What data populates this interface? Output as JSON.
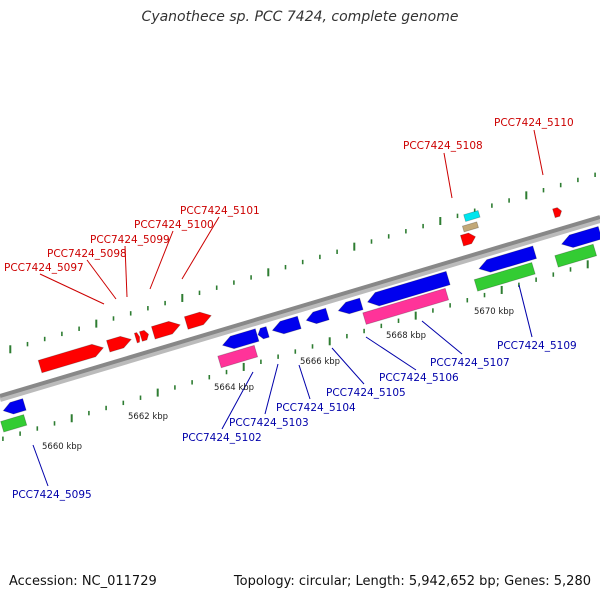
{
  "title": "Cyanothece sp. PCC 7424, complete genome",
  "footer": {
    "accession": "Accession: NC_011729",
    "topology": "Topology: circular; Length: 5,942,652 bp; Genes: 5,280"
  },
  "colors": {
    "forward_cds": "#ff0000",
    "reverse_cds": "#0000ee",
    "green_feature": "#33cc33",
    "pink_feature": "#ff3399",
    "cyan_feature": "#00e5ee",
    "tan_feature": "#c2a878",
    "backbone": "#888888",
    "tick": "#2e7d32",
    "forward_label": "#cc0000",
    "reverse_label": "#0000aa"
  },
  "scale_labels": [
    "5660 kbp",
    "5662 kbp",
    "5664 kbp",
    "5666 kbp",
    "5668 kbp",
    "5670 kbp"
  ],
  "forward_genes": [
    "PCC7424_5097",
    "PCC7424_5098",
    "PCC7424_5099",
    "PCC7424_5100",
    "PCC7424_5101",
    "PCC7424_5108",
    "PCC7424_5110"
  ],
  "reverse_genes": [
    "PCC7424_5095",
    "PCC7424_5102",
    "PCC7424_5103",
    "PCC7424_5104",
    "PCC7424_5105",
    "PCC7424_5106",
    "PCC7424_5107",
    "PCC7424_5109"
  ]
}
